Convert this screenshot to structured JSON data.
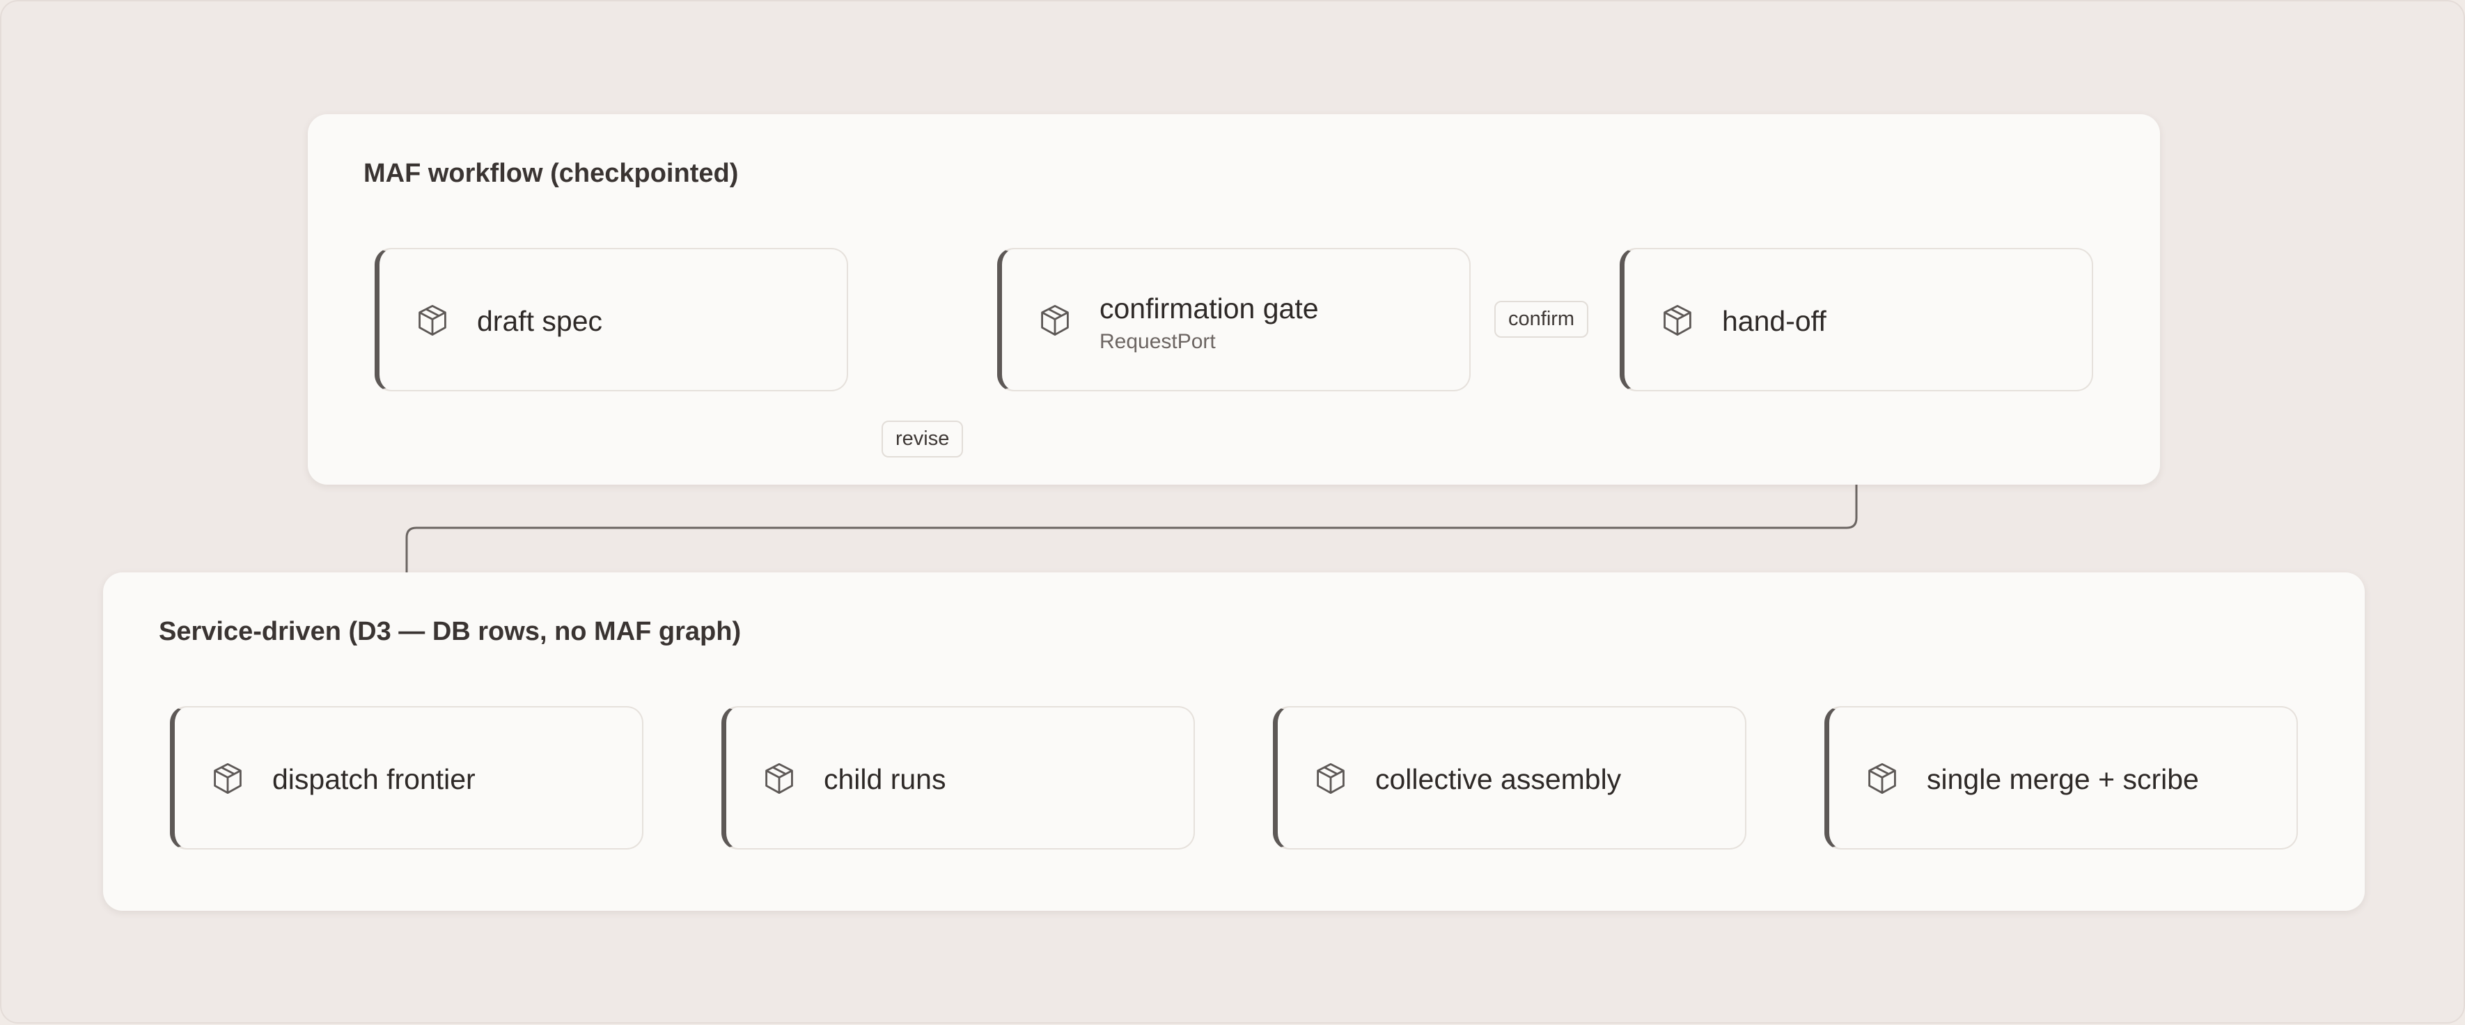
{
  "groups": {
    "maf": {
      "title": "MAF workflow (checkpointed)"
    },
    "service": {
      "title": "Service-driven (D3 — DB rows, no MAF graph)"
    }
  },
  "nodes": {
    "draft_spec": {
      "label": "draft spec",
      "icon": "cube-icon"
    },
    "confirmation_gate": {
      "label": "confirmation gate",
      "sublabel": "RequestPort",
      "icon": "cube-icon"
    },
    "hand_off": {
      "label": "hand-off",
      "icon": "cube-icon"
    },
    "dispatch_frontier": {
      "label": "dispatch frontier",
      "icon": "cube-icon"
    },
    "child_runs": {
      "label": "child runs",
      "icon": "cube-icon"
    },
    "collective_assembly": {
      "label": "collective assembly",
      "icon": "cube-icon"
    },
    "single_merge": {
      "label": "single merge + scribe",
      "icon": "cube-icon"
    }
  },
  "edges": {
    "confirm": {
      "label": "confirm"
    },
    "revise": {
      "label": "revise"
    }
  },
  "colors": {
    "background": "#efe9e6",
    "panel": "#fbfaf8",
    "accent_bar": "#5d5856",
    "edge": "#6b6562"
  }
}
